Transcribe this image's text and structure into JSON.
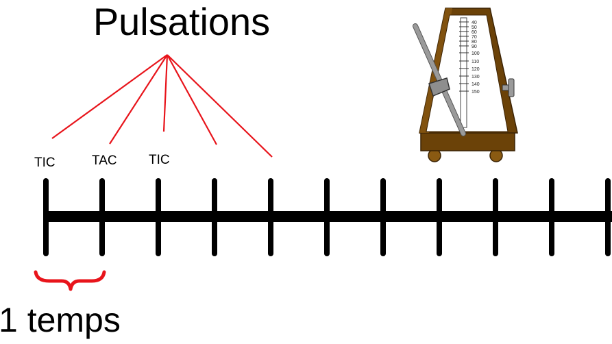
{
  "title": "Pulsations",
  "beat_labels": [
    "TIC",
    "TAC",
    "TIC"
  ],
  "unit_label": "1 temps",
  "metronome_scale": [
    "40",
    "50",
    "60",
    "70",
    "80",
    "90",
    "100",
    "110",
    "120",
    "130",
    "140",
    "150"
  ],
  "colors": {
    "accent": "#e8141b",
    "line": "#000000",
    "wood": "#6b4208",
    "wood_light": "#8a5a12",
    "face": "#ffffff",
    "pendulum": "#9a9a9a"
  }
}
